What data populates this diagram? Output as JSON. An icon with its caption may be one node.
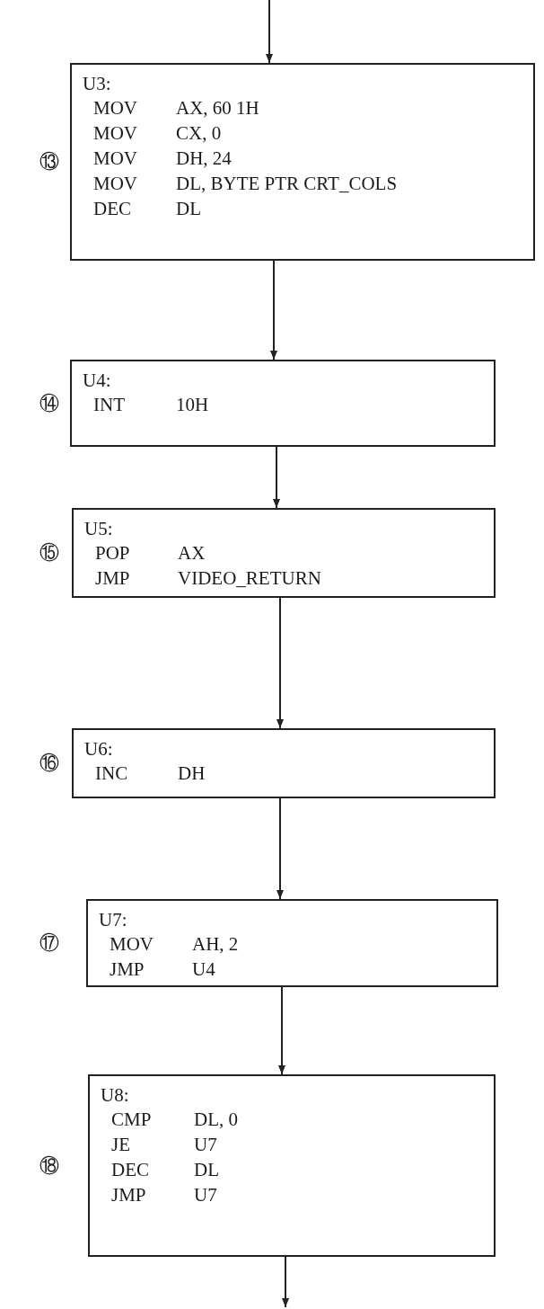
{
  "diagram": {
    "nodes": [
      {
        "text": [
          "U3:",
          "MOV",
          "AX, 60 1H",
          "MOV",
          "CX, 0",
          "MOV",
          "DH, 24",
          "MOV",
          "DL, BYTE PTR CRT_COLS",
          "DEC",
          "DL"
        ],
        "beside": [
          "⑬"
        ]
      },
      {
        "text": [
          "U4:",
          "INT",
          "10H"
        ],
        "beside": [
          "⑭"
        ]
      },
      {
        "text": [
          "U5:",
          "POP",
          "AX",
          "JMP",
          "VIDEO_RETURN"
        ],
        "beside": [
          "⑮"
        ]
      },
      {
        "text": [
          "U6:",
          "INC",
          "DH"
        ],
        "beside": [
          "⑯"
        ]
      },
      {
        "text": [
          "U7:",
          "MOV",
          "AH, 2",
          "JMP",
          "U4"
        ],
        "beside": [
          "⑰"
        ]
      },
      {
        "text": [
          "U8:",
          "CMP",
          "DL, 0",
          "JE",
          "U7",
          "DEC",
          "DL",
          "JMP",
          "U7"
        ],
        "beside": [
          "⑱"
        ]
      }
    ],
    "edges": [
      {
        "from": null,
        "to": 0,
        "arrow": "to"
      },
      {
        "from": 0,
        "to": 1,
        "arrow": "to"
      },
      {
        "from": 1,
        "to": 2,
        "arrow": "to"
      },
      {
        "from": 2,
        "to": 3,
        "arrow": "to"
      },
      {
        "from": 3,
        "to": 4,
        "arrow": "to"
      },
      {
        "from": 4,
        "to": 5,
        "arrow": "to"
      },
      {
        "from": 5,
        "to": null,
        "arrow": "to"
      }
    ]
  }
}
